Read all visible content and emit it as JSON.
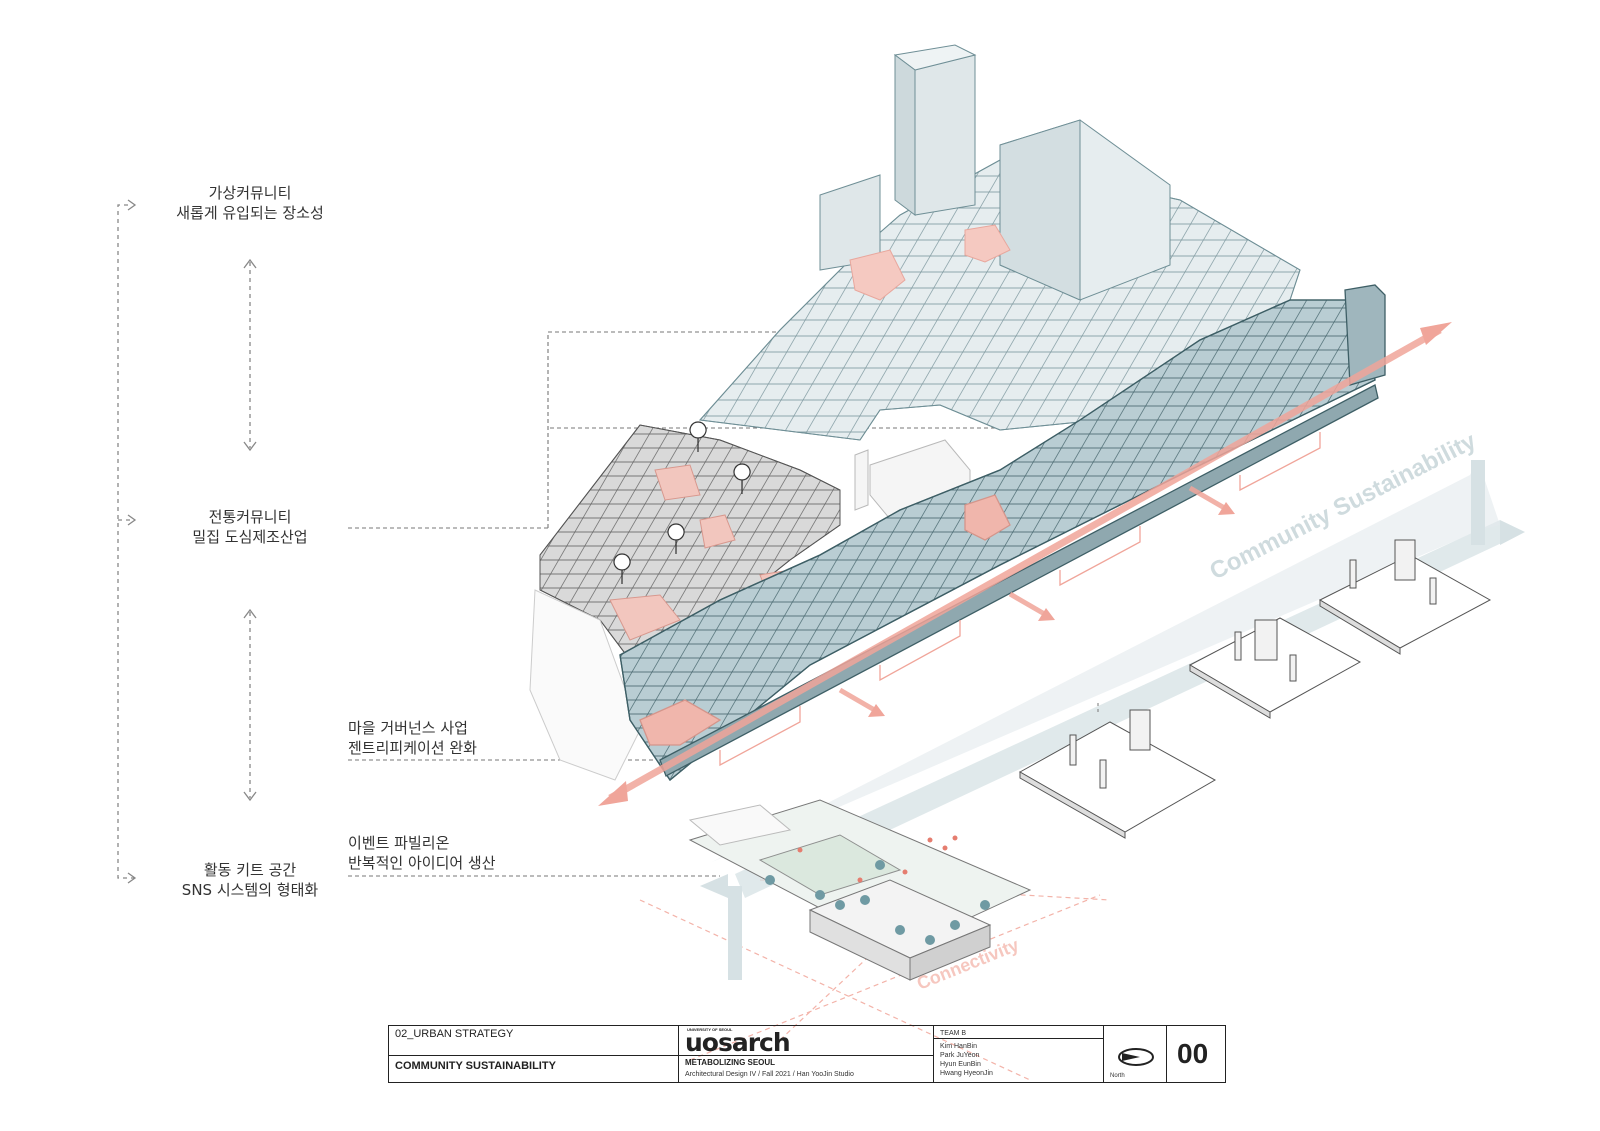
{
  "labels": {
    "virtual": {
      "line1": "가상커뮤니티",
      "line2": "새롭게 유입되는 장소성"
    },
    "traditional": {
      "line1": "전통커뮤니티",
      "line2": "밀집 도심제조산업"
    },
    "governance": {
      "line1": "마을 거버넌스 사업",
      "line2": "젠트리피케이션 완화"
    },
    "event": {
      "line1": "이벤트 파빌리온",
      "line2": "반복적인 아이디어 생산"
    },
    "activity": {
      "line1": "활동 키트 공간",
      "line2": "SNS 시스템의 형태화"
    }
  },
  "diagram_text": {
    "community_sustainability": "Community Sustainability",
    "connectivity": "Connectivity"
  },
  "title_block": {
    "section": "02_URBAN STRATEGY",
    "title": "COMMUNITY SUSTAINABILITY",
    "logo": "uosarch",
    "logo_small": "UNIVERSITY OF SEOUL",
    "project": "METABOLIZING SEOUL",
    "course": "Architectural Design IV / Fall 2021 / Han YooJin Studio",
    "team": "TEAM B",
    "members": [
      "Kim HanBin",
      "Park JuYeon",
      "Hyun EunBin",
      "Hwang HyeonJin"
    ],
    "north": "North",
    "sheet": "00"
  },
  "colors": {
    "accent_red": "#f0a59a",
    "building_blue": "#b9cdd3",
    "building_light": "#e6edef",
    "building_gray": "#d9d9d9",
    "line": "#3e5f66"
  }
}
